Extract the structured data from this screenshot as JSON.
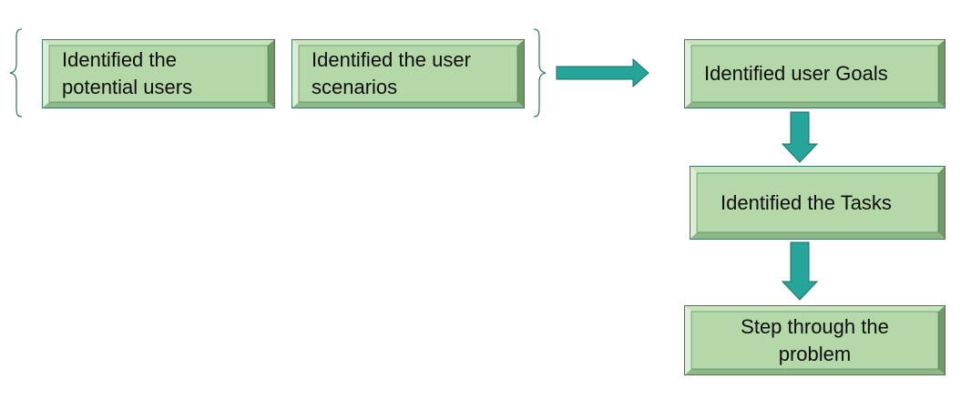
{
  "diagram": {
    "colors": {
      "face": "#b5d8a8",
      "bevel_light": "#dcefd4",
      "bevel_top": "#c8e4bd",
      "bevel_dark": "#6f9a64",
      "bevel_side": "#8fb884",
      "outline": "#3a7a66",
      "arrow": "#26a69a",
      "arrow_outline": "#1b6f67",
      "brace": "#3a7a66"
    },
    "boxes": {
      "potential_users": {
        "line1": "Identified the",
        "line2": "potential users"
      },
      "user_scenarios": {
        "line1": "Identified the user",
        "line2": "scenarios"
      },
      "user_goals": {
        "label": "Identified user Goals"
      },
      "tasks": {
        "label": "Identified the Tasks"
      },
      "step_through": {
        "line1": "Step through the",
        "line2": "problem"
      }
    }
  }
}
